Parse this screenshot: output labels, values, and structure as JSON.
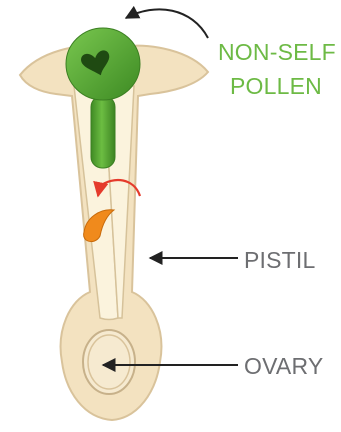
{
  "labels": {
    "pollen_line1": "NON-SELF",
    "pollen_line2": "POLLEN",
    "pistil": "PISTIL",
    "ovary": "OVARY"
  },
  "colors": {
    "pollen_label": "#6dba45",
    "structure_label": "#6d6e71",
    "pistil_fill": "#f3e2c0",
    "pistil_outline": "#d9c39b",
    "style_channel": "#fbf3dd",
    "pollen_grain": "#5aaa35",
    "pollen_tube": "#4f9a2c",
    "orange_shape": "#f08a1c",
    "red_arrow": "#e53b2c",
    "black_arrow": "#222222"
  },
  "icons": {
    "pollen_grain": "pollen-grain-icon",
    "heart": "heart-icon",
    "orange_shape": "orange-crescent-icon"
  }
}
